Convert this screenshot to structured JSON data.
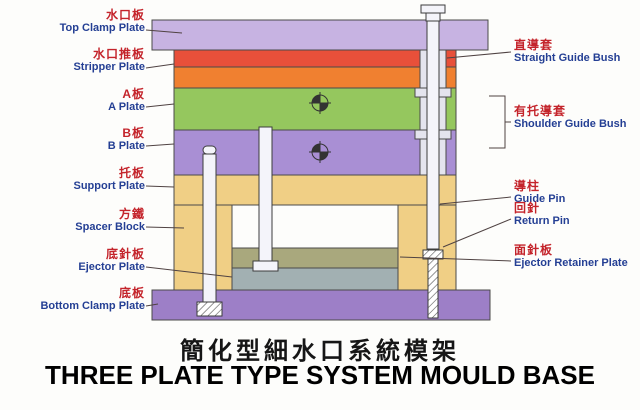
{
  "page": {
    "title_zh": "簡化型細水口系統模架",
    "title_en": "THREE PLATE TYPE SYSTEM MOULD BASE"
  },
  "labels_left": [
    {
      "zh": "水口板",
      "en": "Top Clamp Plate"
    },
    {
      "zh": "水口推板",
      "en": "Stripper Plate"
    },
    {
      "zh": "A板",
      "en": "A Plate"
    },
    {
      "zh": "B板",
      "en": "B Plate"
    },
    {
      "zh": "托板",
      "en": "Support Plate"
    },
    {
      "zh": "方鐵",
      "en": "Spacer Block"
    },
    {
      "zh": "底針板",
      "en": "Ejector Plate"
    },
    {
      "zh": "底板",
      "en": "Bottom Clamp Plate"
    }
  ],
  "labels_right": [
    {
      "zh": "直導套",
      "en": "Straight Guide Bush"
    },
    {
      "zh": "有托導套",
      "en": "Shoulder Guide Bush"
    },
    {
      "zh": "導柱",
      "en": "Guide Pin"
    },
    {
      "zh": "回針",
      "en": "Return Pin"
    },
    {
      "zh": "面針板",
      "en": "Ejector Retainer Plate"
    }
  ],
  "colors": {
    "top_clamp_plate": "#c7b3e2",
    "stripper_plate_top": "#e8503a",
    "stripper_plate": "#f08030",
    "a_plate": "#95c75e",
    "b_plate": "#a98fd4",
    "support_plate": "#f0cf85",
    "spacer_block": "#f0cf85",
    "ejector_retainer_plate": "#a9a87d",
    "ejector_plate": "#a2b0b2",
    "bottom_clamp_plate": "#9d7fc7",
    "label_zh": "#c4242b",
    "label_en": "#243f94"
  }
}
